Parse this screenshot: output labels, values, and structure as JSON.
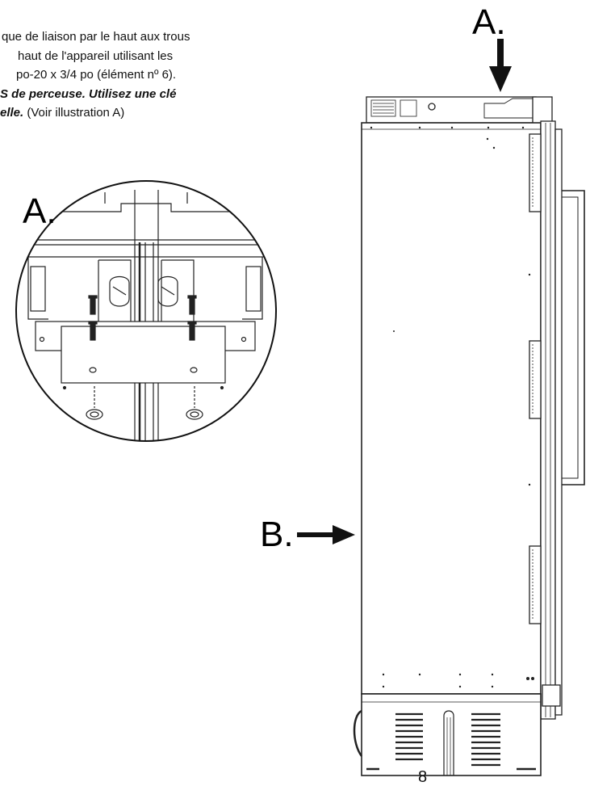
{
  "instructions": {
    "line1": "que de liaison par le haut aux trous",
    "line2": "haut de l'appareil utilisant les",
    "line3": "po-20 x 3/4 po (élément nº 6).",
    "line4_bold": "S de perceuse.  Utilisez une clé",
    "line5_bold": "elle.",
    "line5_rest": " (Voir illustration A)"
  },
  "labels": {
    "detail": "A.",
    "top_arrow": "A.",
    "side_arrow": "B."
  },
  "page_number": "8"
}
